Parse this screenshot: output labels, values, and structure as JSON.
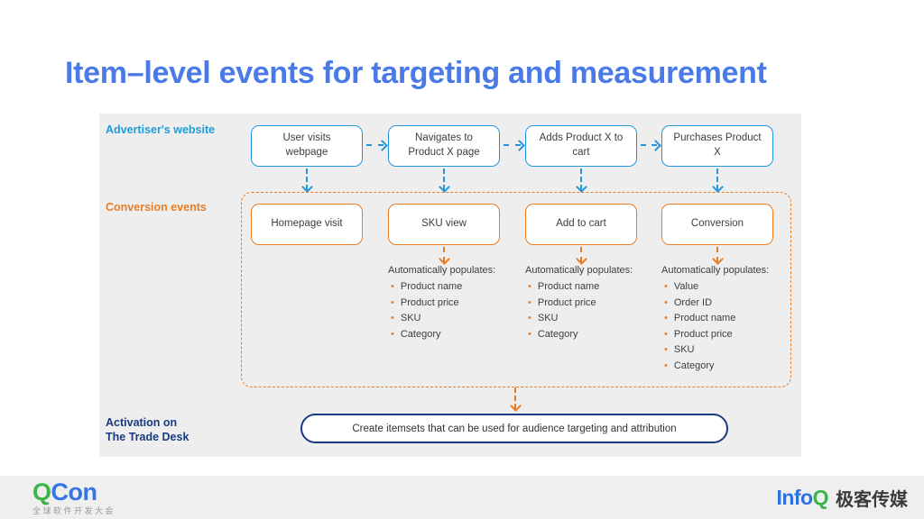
{
  "slide": {
    "title": "Item–level events for targeting and measurement"
  },
  "diagram": {
    "row_labels": {
      "advertiser": "Advertiser's website",
      "conversion": "Conversion events",
      "activation_line1": "Activation on",
      "activation_line2": "The Trade Desk"
    },
    "website_events": [
      "User visits webpage",
      "Navigates to Product X page",
      "Adds Product X to cart",
      "Purchases Product X"
    ],
    "conversion_events": [
      "Homepage visit",
      "SKU view",
      "Add to cart",
      "Conversion"
    ],
    "populate_heading": "Automatically populates:",
    "populate_lists": [
      {
        "under": "SKU view",
        "items": [
          "Product name",
          "Product price",
          "SKU",
          "Category"
        ]
      },
      {
        "under": "Add to cart",
        "items": [
          "Product name",
          "Product price",
          "SKU",
          "Category"
        ]
      },
      {
        "under": "Conversion",
        "items": [
          "Value",
          "Order ID",
          "Product name",
          "Product price",
          "SKU",
          "Category"
        ]
      }
    ],
    "activation_box": "Create itemsets that can be used for audience targeting and attribution",
    "colors": {
      "title_blue": "#4a7ae8",
      "website_box_blue": "#2496d9",
      "advertiser_label_blue": "#1f9cd9",
      "conversion_orange": "#e97d25",
      "activation_navy": "#1a3a80",
      "panel_gray": "#eeeeee"
    }
  },
  "footer": {
    "qcon": {
      "q": "Q",
      "con": "Con",
      "subtitle": "全球软件开发大会"
    },
    "infoq": {
      "info": "Info",
      "q": "Q",
      "brand": "极客传媒"
    }
  }
}
